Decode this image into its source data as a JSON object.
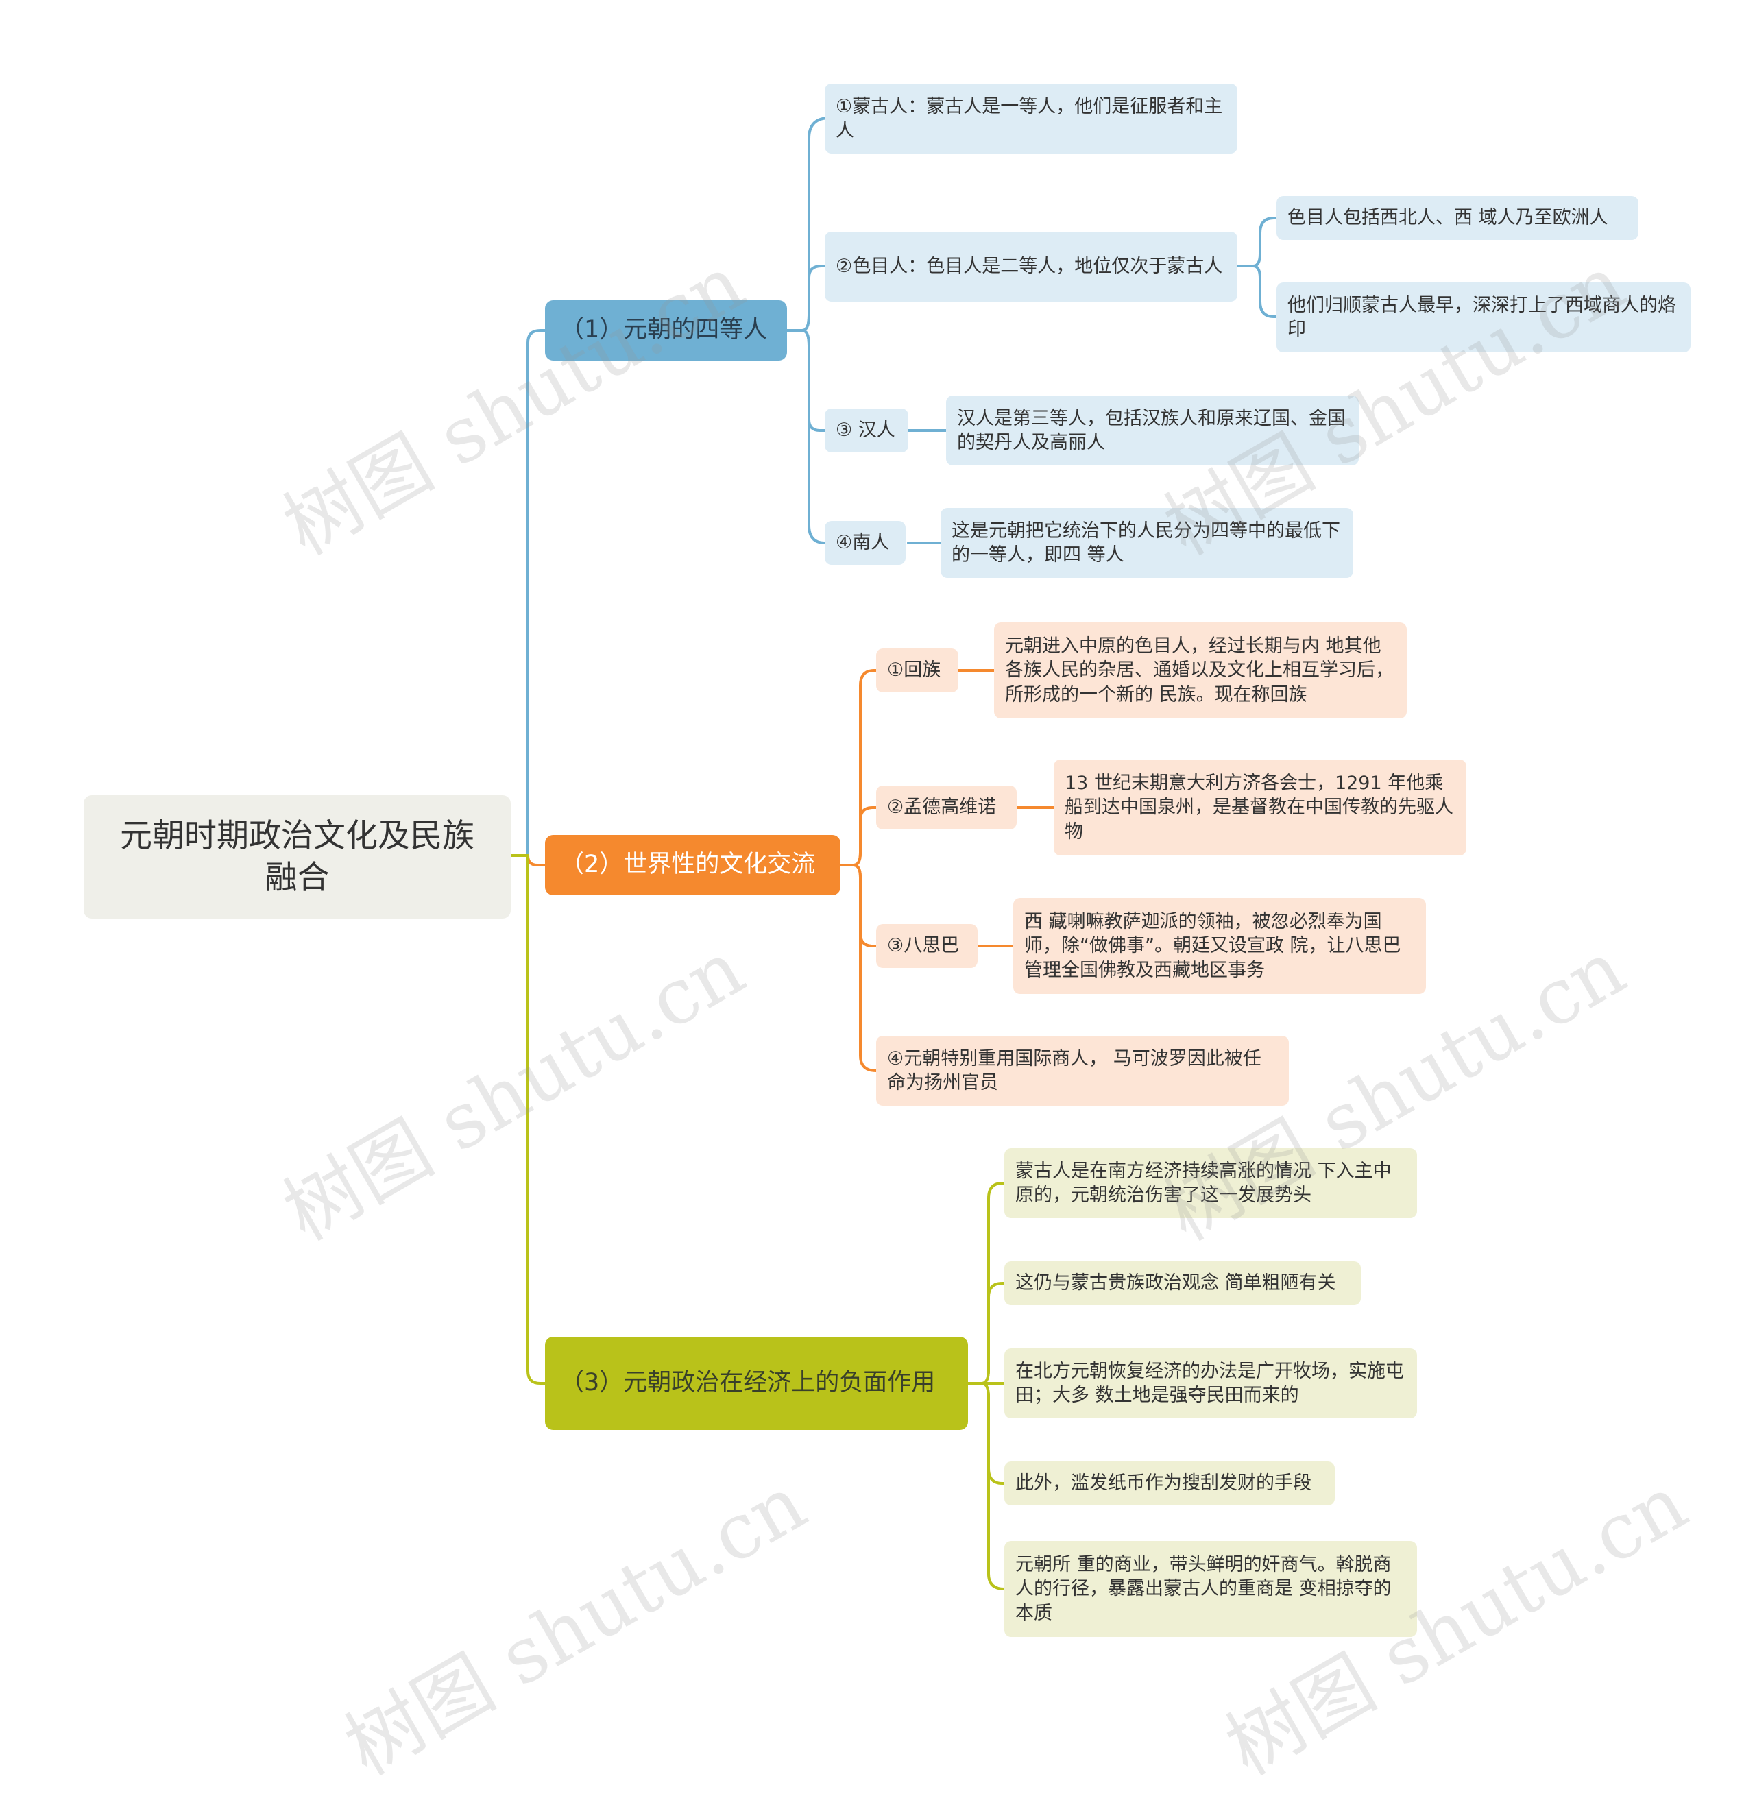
{
  "root": {
    "title": "元朝时期政治文化及民族融合"
  },
  "watermark": "树图 shutu.cn",
  "colors": {
    "branch1": "#6fb0d3",
    "branch2": "#f5892e",
    "branch3": "#b9c21a",
    "root_link": "#b9c21a"
  },
  "branches": [
    {
      "label": "（1）元朝的四等人",
      "children": [
        {
          "label": "①蒙古人：蒙古人是一等人，他们是征服者和主人"
        },
        {
          "label": "②色目人：色目人是二等人，地位仅次于蒙古人",
          "children": [
            {
              "label": "色目人包括西北人、西 域人乃至欧洲人"
            },
            {
              "label": "他们归顺蒙古人最早，深深打上了西域商人的烙印"
            }
          ]
        },
        {
          "label": "③ 汉人",
          "children": [
            {
              "label": "汉人是第三等人，包括汉族人和原来辽国、金国的契丹人及高丽人"
            }
          ]
        },
        {
          "label": "④南人",
          "children": [
            {
              "label": "这是元朝把它统治下的人民分为四等中的最低下的一等人，即四 等人"
            }
          ]
        }
      ]
    },
    {
      "label": "（2）世界性的文化交流",
      "children": [
        {
          "label": "①回族",
          "children": [
            {
              "label": "元朝进入中原的色目人，经过长期与内 地其他各族人民的杂居、通婚以及文化上相互学习后，所形成的一个新的 民族。现在称回族"
            }
          ]
        },
        {
          "label": "②孟德高维诺",
          "children": [
            {
              "label": "13 世纪末期意大利方济各会士，1291 年他乘船到达中国泉州，是基督教在中国传教的先驱人物"
            }
          ]
        },
        {
          "label": "③八思巴",
          "children": [
            {
              "label": "西 藏喇嘛教萨迦派的领袖，被忽必烈奉为国师，除“做佛事”。朝廷又设宣政 院，让八思巴管理全国佛教及西藏地区事务"
            }
          ]
        },
        {
          "label": "④元朝特别重用国际商人， 马可波罗因此被任命为扬州官员"
        }
      ]
    },
    {
      "label": "（3）元朝政治在经济上的负面作用",
      "children": [
        {
          "label": "蒙古人是在南方经济持续高涨的情况 下入主中原的，元朝统治伤害了这一发展势头"
        },
        {
          "label": "这仍与蒙古贵族政治观念 简单粗陋有关"
        },
        {
          "label": "在北方元朝恢复经济的办法是广开牧场，实施屯田；大多 数土地是强夺民田而来的"
        },
        {
          "label": "此外，滥发纸币作为搜刮发财的手段"
        },
        {
          "label": "元朝所 重的商业，带头鲜明的奸商气。斡脱商人的行径，暴露出蒙古人的重商是 变相掠夺的本质"
        }
      ]
    }
  ]
}
